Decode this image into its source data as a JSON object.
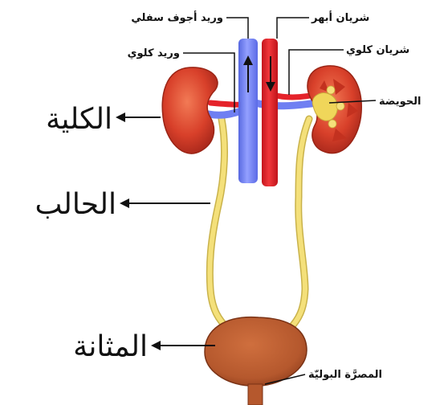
{
  "labels": {
    "kidney": "الكلية",
    "ureter": "الحالب",
    "bladder": "المثانة",
    "renal_pelvis": "الحويضة",
    "urethra": "المصرَّة البوليّة",
    "aorta": "شريان أبهر",
    "inferior_vena_cava": "وريد أجوف سفلي",
    "renal_artery": "شريان كلوي",
    "renal_vein": "وريد كلوي"
  },
  "colors": {
    "kidney": "#d8402a",
    "kidney_dark": "#b4281a",
    "artery": "#e5232a",
    "vein": "#6f7ff2",
    "ureter": "#f4e07a",
    "ureter_outline": "#c9b24a",
    "bladder": "#b5582d",
    "bladder_dark": "#8f3e1d"
  }
}
